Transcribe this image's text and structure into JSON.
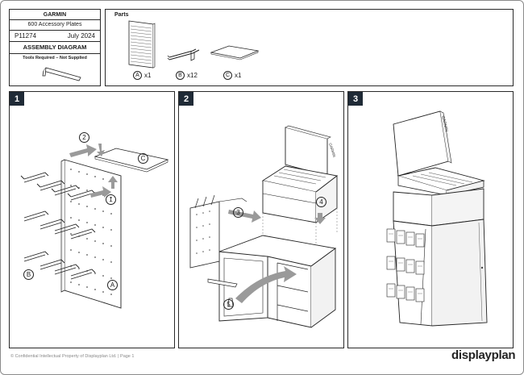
{
  "title_block": {
    "brand": "GARMIN",
    "description": "600 Accessory Plates",
    "project_number": "P11274",
    "date": "July 2024",
    "doc_type": "ASSEMBLY DIAGRAM",
    "tools_heading": "Tools Required – Not Supplied",
    "tool_icon": "allen-key-icon"
  },
  "parts": {
    "heading": "Parts",
    "items": [
      {
        "letter": "A",
        "qty": "x1",
        "icon": "pegboard-icon"
      },
      {
        "letter": "B",
        "qty": "x12",
        "icon": "peg-hook-icon"
      },
      {
        "letter": "C",
        "qty": "x1",
        "icon": "plate-icon"
      }
    ]
  },
  "steps": [
    {
      "number": "1",
      "callouts": [
        "1",
        "2"
      ],
      "part_letters": [
        "C",
        "B",
        "A"
      ]
    },
    {
      "number": "2",
      "callouts": [
        "3",
        "4",
        "5"
      ]
    },
    {
      "number": "3",
      "header_text": "GARMIN"
    }
  ],
  "footer": {
    "copyright": "© Confidential Intellectual Property of Displayplan Ltd. | Page 1",
    "logo": "displayplan"
  },
  "colors": {
    "badge": "#1f2a36",
    "arrow": "#9a9a9a",
    "line": "#222222"
  }
}
